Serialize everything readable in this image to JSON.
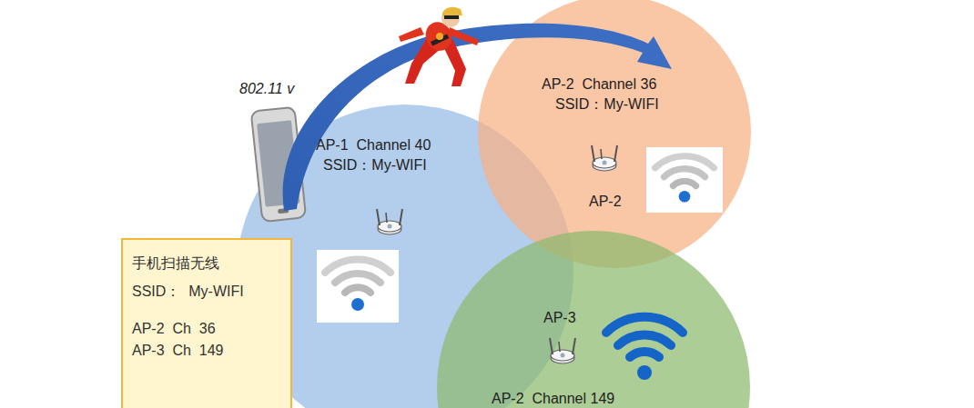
{
  "diagram": {
    "nodes": [
      {
        "text": [
          "AP-1  Channel 40",
          "SSID：My-WIFI"
        ]
      },
      {
        "text": [
          "AP-2  Channel 36",
          "SSID：My-WIFI",
          "AP-2"
        ]
      },
      {
        "text": [
          "AP-3",
          "AP-2  Channel 149"
        ]
      },
      {
        "text": [
          "手机扫描无线",
          "SSID：  My-WIFI",
          "AP-2  Ch  36",
          "AP-3  Ch  149"
        ]
      }
    ],
    "labels": [
      "802.11 v"
    ]
  }
}
